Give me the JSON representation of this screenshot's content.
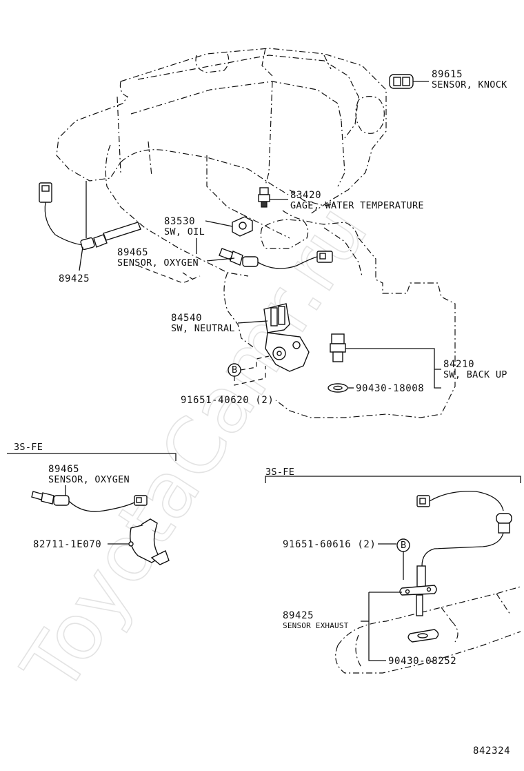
{
  "watermark": "ToyotaCamr.ru",
  "diagram_number": "842324",
  "parts": {
    "knock_sensor": {
      "number": "89615",
      "name": "SENSOR, KNOCK"
    },
    "water_temp_gage": {
      "number": "83420",
      "name": "GAGE, WATER TEMPERATURE"
    },
    "oil_switch": {
      "number": "83530",
      "name": "SW, OIL"
    },
    "oxygen_sensor_main": {
      "number": "89465",
      "name": "SENSOR, OXYGEN"
    },
    "exhaust_sensor_main": {
      "number": "89425"
    },
    "neutral_switch": {
      "number": "84540",
      "name": "SW, NEUTRAL"
    },
    "backup_switch": {
      "number": "84210",
      "name": "SW, BACK UP"
    },
    "gasket_backup": {
      "number": "90430-18008"
    },
    "bolt_neutral": {
      "number": "91651-40620 (2)",
      "marker": "B"
    }
  },
  "section_left": {
    "title": "3S-FE",
    "oxygen_sensor": {
      "number": "89465",
      "name": "SENSOR, OXYGEN"
    },
    "clamp": {
      "number": "82711-1E070"
    }
  },
  "section_right": {
    "title": "3S-FE",
    "bolt": {
      "number": "91651-60616 (2)",
      "marker": "B"
    },
    "exhaust_sensor": {
      "number": "89425",
      "name": "SENSOR EXHAUST"
    },
    "gasket": {
      "number": "90430-08252"
    }
  }
}
